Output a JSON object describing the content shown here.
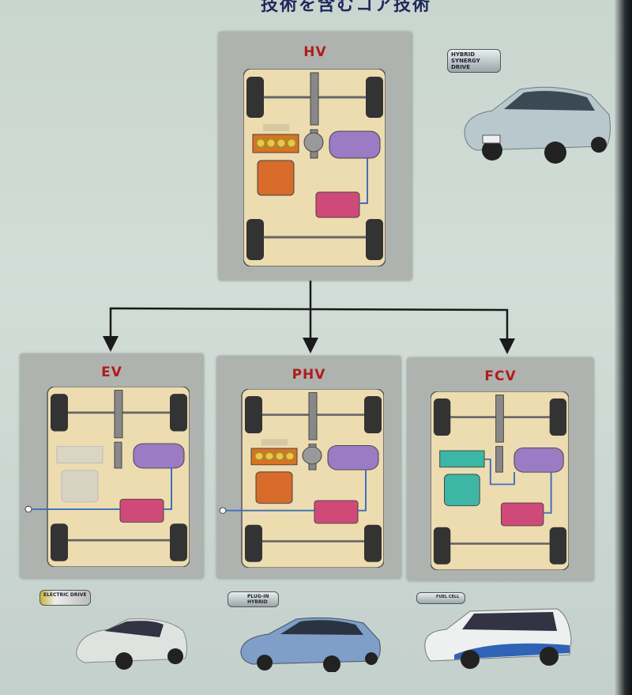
{
  "header": {
    "title_partial": "技術を含むコア技術"
  },
  "panels": [
    {
      "id": "hv",
      "label": "HV",
      "variant": "hv"
    },
    {
      "id": "ev",
      "label": "EV",
      "variant": "ev"
    },
    {
      "id": "phv",
      "label": "PHV",
      "variant": "phv"
    },
    {
      "id": "fcv",
      "label": "FCV",
      "variant": "fcv"
    }
  ],
  "badges": {
    "hv": "HYBRID SYNERGY DRIVE",
    "ev": "ELECTRIC DRIVE",
    "phv": "PLUG-IN HYBRID",
    "fcv": "FUEL CELL"
  },
  "colors": {
    "engine": "#d9731f",
    "motor": "#9b7bc4",
    "battery": "#cf4a78",
    "generator": "#d86a2a",
    "fuelcell": "#3cb6a5",
    "wire": "#3d6fc0",
    "title": "#b31b1b",
    "chassis": "#ecdcb0"
  }
}
